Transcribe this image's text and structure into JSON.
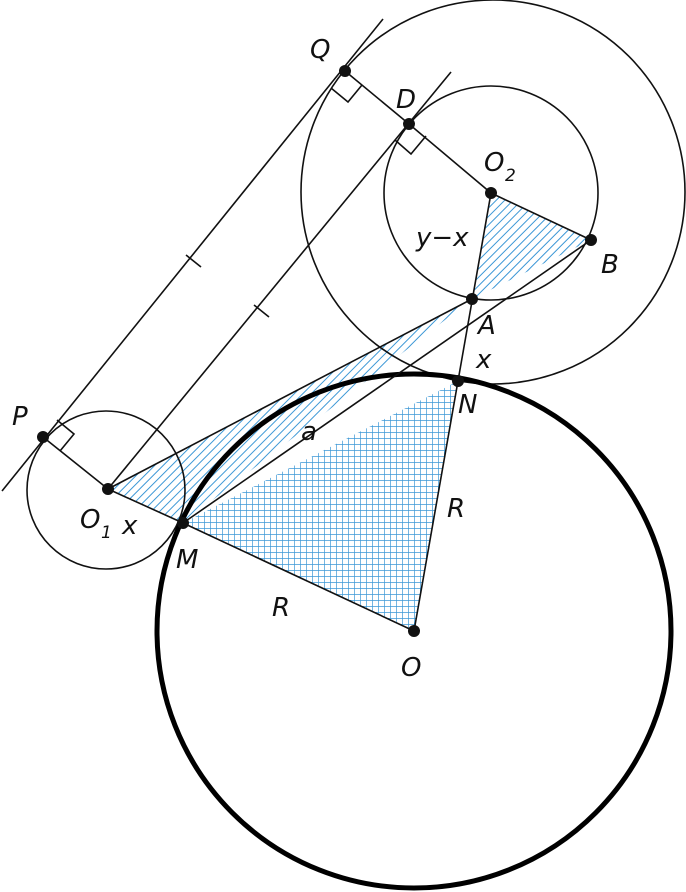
{
  "colors": {
    "stroke": "#111111",
    "hatch": "#3b97d6",
    "fill": "#ffffff"
  },
  "labels": {
    "Q": "Q",
    "D": "D",
    "O2": "O",
    "O2_sub": "2",
    "B": "B",
    "A": "A",
    "x_top": "x",
    "y_minus_x": "y−x",
    "N": "N",
    "P": "P",
    "a": "a",
    "R_right": "R",
    "O1": "O",
    "O1_sub": "1",
    "x_left": "x",
    "M": "M",
    "R_bottom": "R",
    "O": "O"
  }
}
